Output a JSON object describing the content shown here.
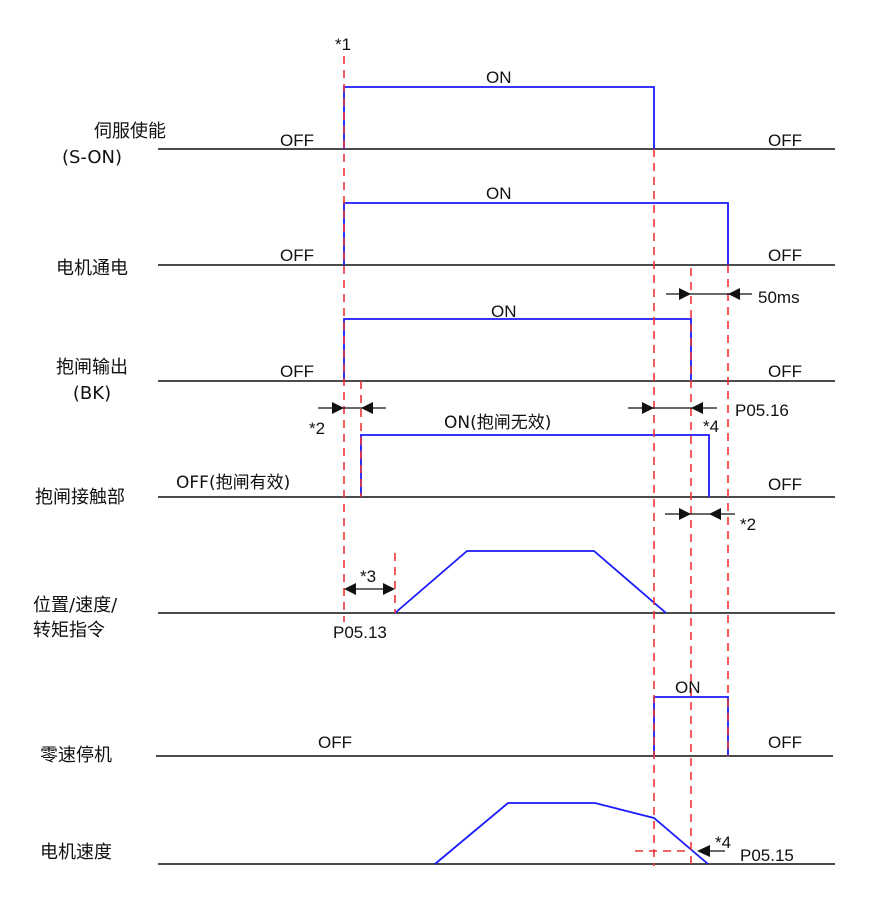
{
  "diagram": {
    "title": "伺服使能 / 抱闸时序图",
    "colors": {
      "signal": "#1a1aff",
      "marker": "#ee3333",
      "baseline": "#111111"
    },
    "rows": [
      {
        "label_line1": "伺服使能",
        "label_line2": "(S-ON)",
        "off_left": "OFF",
        "on": "ON",
        "off_right": "OFF"
      },
      {
        "label_line1": "电机通电",
        "label_line2": "",
        "off_left": "OFF",
        "on": "ON",
        "off_right": "OFF"
      },
      {
        "label_line1": "抱闸输出",
        "label_line2": "(BK)",
        "off_left": "OFF",
        "on": "ON",
        "off_right": "OFF"
      },
      {
        "label_line1": "抱闸接触部",
        "label_line2": "",
        "off_left": "OFF(抱闸有效)",
        "on": "ON(抱闸无效)",
        "off_right": "OFF"
      },
      {
        "label_line1": "位置/速度/",
        "label_line2": "转矩指令",
        "off_left": "",
        "on": "",
        "off_right": ""
      },
      {
        "label_line1": "零速停机",
        "label_line2": "",
        "off_left": "OFF",
        "on": "ON",
        "off_right": "OFF"
      },
      {
        "label_line1": "电机速度",
        "label_line2": "",
        "off_left": "",
        "on": "",
        "off_right": ""
      }
    ],
    "annotations": {
      "note1": "*1",
      "note2_left": "*2",
      "note2_right": "*2",
      "note3": "*3",
      "note4_brake": "*4",
      "note4_speed": "*4",
      "delay_50ms": "50ms",
      "param_p0516": "P05.16",
      "param_p0513": "P05.13",
      "param_p0515": "P05.15"
    }
  }
}
